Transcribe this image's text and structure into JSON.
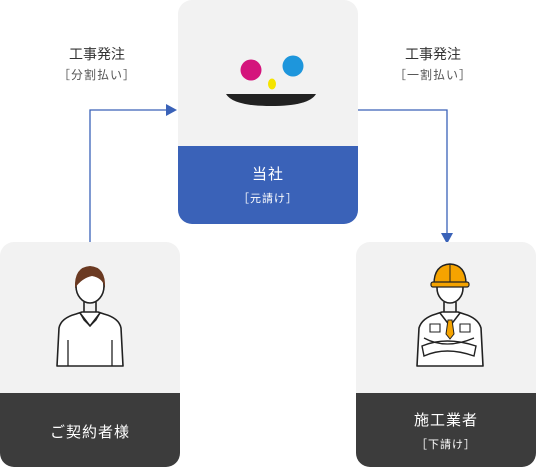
{
  "company": {
    "name": "当社",
    "role": "［元請け］"
  },
  "customer": {
    "name": "ご契約者様"
  },
  "contractor": {
    "name": "施工業者",
    "role": "［下請け］"
  },
  "left_flow": {
    "label": "工事発注",
    "note": "［分割払い］"
  },
  "right_flow": {
    "label": "工事発注",
    "note": "［一割払い］"
  },
  "colors": {
    "company_footer": "#3a62b8",
    "dark_footer": "#3c3c3c",
    "card_bg": "#f2f2f2",
    "arrow": "#3a62b8",
    "logo_magenta": "#d4147c",
    "logo_cyan": "#1e96dc",
    "logo_yellow": "#f5e400",
    "helmet": "#f5a300"
  }
}
